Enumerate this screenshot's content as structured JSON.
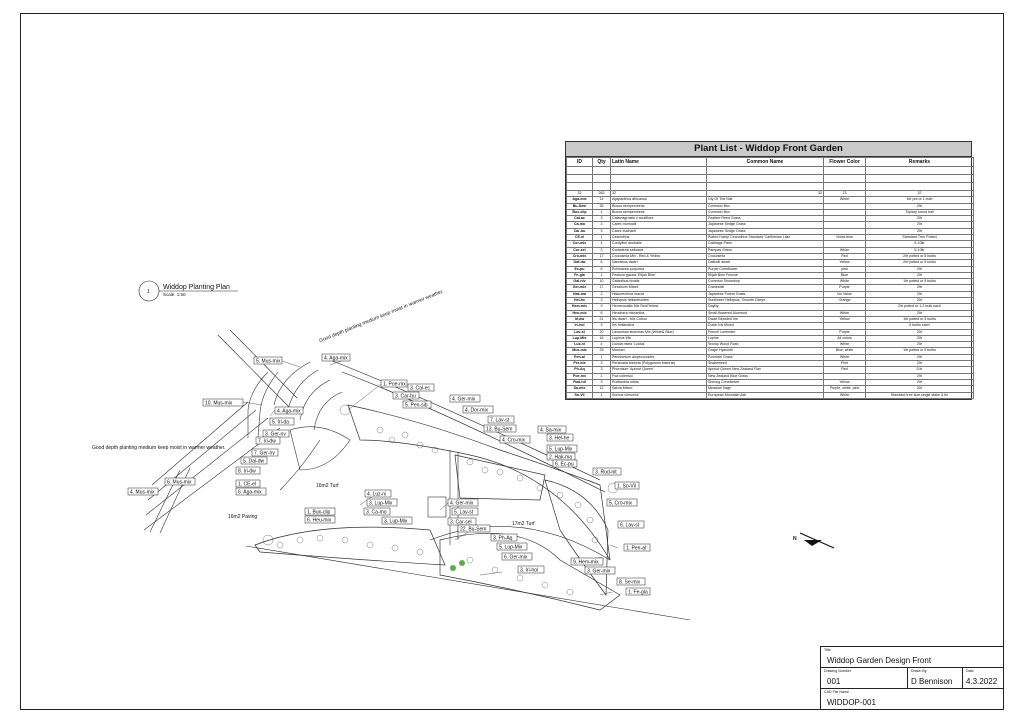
{
  "drawing": {
    "title": "Widdop Planting Plan",
    "scale": "Scale: 1:50",
    "view_number": "1",
    "note_top": "Good depth planting medium keep moist in warmer weather.",
    "note_left": "Good depth planting medium keep moist in warmer weather.",
    "area_turf_left": "16m2 Turf",
    "area_turf_right": "17m2 Turf",
    "area_paving": "16m2 Paving",
    "north_label": "N"
  },
  "labels": {
    "mus1": "5. Mus-mix",
    "aga1": "4. Aga-mix",
    "mus2": "10. Mus-mix",
    "aga2": "4. Aga-mix",
    "irida": "5. Iri-da",
    "gernv1": "3. Ger-nv",
    "irdw1": "7. Iri-dw",
    "gernv2": "7. Ger-nv",
    "daldw": "5. Dal-dw",
    "irdw2": "8. Iri-dw",
    "mus3": "6. Mus-mix",
    "mus4": "4. Mus-mix",
    "ceel": "1. CE-el",
    "aga3": "6. Aga-mix",
    "poemx": "1. Poe-mx",
    "carbu": "3. Car-bu",
    "calec": "3. Cal-ec",
    "pensib": "5. Pen-sib",
    "germix1": "4. Ger-mix",
    "dormix": "4. Dor-mix",
    "lavst1": "7. Lav-st",
    "busem1": "13. Bu-Sem",
    "samix": "4. Sa-mix",
    "cromix1": "4. Cro-mix",
    "helhe": "3. Hel-he",
    "lupmix1": "5. Lup-Mix",
    "hakmix": "2. Hak-ma",
    "eupu": "6. Ec-pu",
    "rudnit": "3. Rud-nit",
    "sovil": "1. So-Vil",
    "cromix2": "5. Cro-mix",
    "lavst2": "6. Lav-st",
    "penal": "1. Pen-al",
    "luzni": "4. Luz-ni",
    "lupmix2": "3. Lup-Mix",
    "buxclip": "1. Bux-clip",
    "camo": "3. Ca-mo",
    "heumix": "6. Heu-mix",
    "lupmix3": "3. Lup-Mix",
    "germix2": "4. Ger-mix",
    "lavst3": "5. Lav-st",
    "carsel": "3. Car-sel",
    "busem2": "22. Bu-Sem",
    "phaq": "3. Ph-Aq",
    "lupmix4": "5. Lup-Mix",
    "germix3": "6. Ger-mix",
    "iriHol": "3. Iri-hol",
    "hemmix": "9. Hem-mix",
    "germix4": "3. Ger-mix",
    "semix": "8. Se-mix",
    "fegla": "1. Fe-gla"
  },
  "plant_list": {
    "title": "Plant List - Widdop Front Garden",
    "headers": [
      "ID",
      "Qty",
      "Latin Name",
      "Common Name",
      "Flower Color",
      "Remarks"
    ],
    "totals": [
      "32",
      "263",
      "32",
      "",
      "32",
      "23",
      "32"
    ],
    "rows": [
      [
        "Aga-mix",
        "14",
        "Agapanthus africanus",
        "Lily Of The Nile",
        "White",
        "1ltr pot or 1 bulb"
      ],
      [
        "Bu-Sem",
        "35",
        "Buxus sempervirens",
        "Common Box",
        "",
        "2ltr"
      ],
      [
        "Bux-clip",
        "1",
        "Buxus sempervirens",
        "Common Box",
        "",
        "Topiary round ball"
      ],
      [
        "Cal-ac",
        "3",
        "Calamagrostis x acutiflora",
        "Feather Reed Grass",
        "",
        "2ltr"
      ],
      [
        "Ca-mo",
        "3",
        "Carex morrowii",
        "Japanese Sedge Grass",
        "",
        "2ltr"
      ],
      [
        "Car-bu",
        "3",
        "Carex buchanii",
        "Japanese Sedge Grass",
        "",
        "2ltr"
      ],
      [
        "CE-el",
        "1",
        "Ceanothus",
        "Potted Hardy Ceanothus Standard 'Californian Lilac'",
        "Violet-blue",
        "Standard Tree Potted"
      ],
      [
        "Cor-mix",
        "4",
        "Cordyline australis",
        "Cabbage Palm",
        "",
        "5-10ltr"
      ],
      [
        "Cor-sel",
        "3",
        "Cortaderia selloana",
        "Pampas Grass",
        "White",
        "5-10ltr"
      ],
      [
        "Cro-mix",
        "17",
        "Crocosmia Mix - Red & Yellow",
        "Crocosmia",
        "Red",
        "2ltr potted or 5 bulbs"
      ],
      [
        "Daf-dw",
        "6",
        "Narcissus dwarf",
        "Daffodil dwarf",
        "Yellow",
        "2ltr potted or 5 bulbs"
      ],
      [
        "Ec-pu",
        "6",
        "Echinacea purpurea",
        "Purple Coneflower",
        "pink",
        "2ltr"
      ],
      [
        "Fe-gla",
        "1",
        "Festuca glauca 'Elijah Blue'",
        "Elijah Blue Fescue",
        "Blue",
        "2ltr"
      ],
      [
        "Gal-niv",
        "10",
        "Galanthus nivalis",
        "Common Snowdrop",
        "White",
        "1ltr potted or 5 bulbs"
      ],
      [
        "Ger-mix",
        "17",
        "Geranium Mixed",
        "Cranesbill",
        "Purple",
        "2ltr"
      ],
      [
        "Hak-ma",
        "2",
        "Hakonechloa macra",
        "Japanese Forest Grass",
        "No Value",
        "2ltr"
      ],
      [
        "Hel-he",
        "3",
        "Heliopsis helianthoides",
        "Sunflower Heliopsis, Smooth Oxeye",
        "Orange",
        "2ltr"
      ],
      [
        "Hem-mix",
        "9",
        "Hemerocallis Mix Red/Yellow",
        "Daylily",
        "",
        "2ltr potted or 1-2 bulb each"
      ],
      [
        "Heu-mix",
        "6",
        "Heuchera micrantha",
        "Small-flowered Alumroot",
        "White",
        "2ltr"
      ],
      [
        "Iri-dw",
        "21",
        "Iris dwarf - Mix Colour",
        "Dwarf Bearded Iris",
        "Yellow",
        "1ltr potted or 5 bulbs"
      ],
      [
        "Iri-hol",
        "3",
        "Iris hollandica",
        "Dutch Iris Mixed",
        "",
        "5 bulbs each"
      ],
      [
        "Lav-st",
        "20",
        "Lavandula stoechas Mix (White& Blue)",
        "French Lavender",
        "Purple",
        "2ltr"
      ],
      [
        "Lup-Mix",
        "16",
        "Lupinus Mix",
        "Lupine",
        "All colors",
        "2ltr"
      ],
      [
        "Luz-ni",
        "4",
        "Luzula nivea 'Lucius'",
        "Snowy Wood Rush",
        "White",
        "2ltr"
      ],
      [
        "Mus-mix",
        "25",
        "Muscari",
        "Grape Hyacinth",
        "Blue, white",
        "1ltr potted or 5 bulbs"
      ],
      [
        "Pen-al",
        "1",
        "Pennisetum alopecuroides",
        "Fountain Grass",
        "White",
        "2ltr"
      ],
      [
        "Per-bis",
        "3",
        "Persicaria bistorta (Polygonum bistorta)",
        "Snakeweed",
        "Pink",
        "2ltr"
      ],
      [
        "Ph-Aq",
        "3",
        "Phormium 'Apricot Queen'",
        "Apricot Queen New Zealand Flax",
        "Red",
        "5 ltr"
      ],
      [
        "Poe-mx",
        "1",
        "Poa colensoi",
        "New Zealand Blue Grass",
        "",
        "2ltr"
      ],
      [
        "Rud-nit",
        "3",
        "Rudbeckia nitida",
        "Shining Coneflower",
        "Yellow",
        "2ltr"
      ],
      [
        "Sa-mix",
        "12",
        "Salvia Mixed",
        "Meadow Sage",
        "Purple, white, pink",
        "2ltr"
      ],
      [
        "So-Vil",
        "1",
        "Sorbus vilmorinii",
        "European Mountain Ash",
        "White",
        "Standard tree size single stake & tie"
      ]
    ]
  },
  "title_block": {
    "title_caption": "Title",
    "title": "Widdop Garden Design Front",
    "drawing_number_caption": "Drawing Number",
    "drawing_number": "001",
    "drawn_by_caption": "Drawn By",
    "drawn_by": "D Bennison",
    "date_caption": "Date",
    "date": "4.3.2022",
    "cad_caption": "CAD File Name",
    "cad_file": "WIDDOP-001"
  }
}
